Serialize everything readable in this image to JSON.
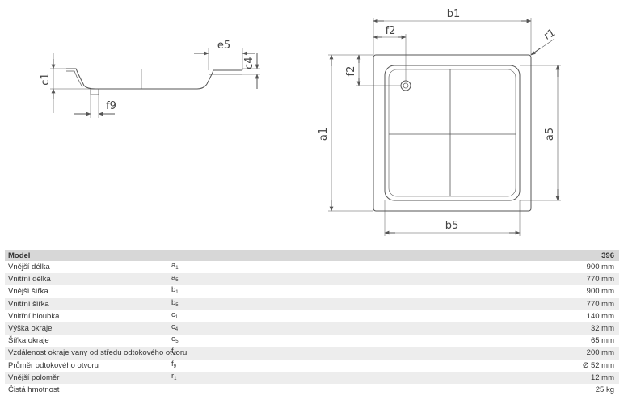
{
  "drawing": {
    "side_labels": {
      "c1": "c1",
      "e5": "e5",
      "c4": "c4",
      "f9": "f9"
    },
    "top_labels": {
      "b1": "b1",
      "f2_h": "f2",
      "r1": "r1",
      "f2_v": "f2",
      "a1": "a1",
      "a5": "a5",
      "b5": "b5"
    }
  },
  "table": {
    "header": {
      "name": "Model",
      "value": "396"
    },
    "rows": [
      {
        "name": "Vnější délka",
        "sym": "a",
        "sub": "1",
        "value": "900 mm"
      },
      {
        "name": "Vnitřní délka",
        "sym": "a",
        "sub": "5",
        "value": "770 mm"
      },
      {
        "name": "Vnější šířka",
        "sym": "b",
        "sub": "1",
        "value": "900 mm"
      },
      {
        "name": "Vnitřní šířka",
        "sym": "b",
        "sub": "5",
        "value": "770 mm"
      },
      {
        "name": "Vnitřní hloubka",
        "sym": "c",
        "sub": "1",
        "value": "140 mm"
      },
      {
        "name": "Výška okraje",
        "sym": "c",
        "sub": "4",
        "value": "32 mm"
      },
      {
        "name": "Šířka okraje",
        "sym": "e",
        "sub": "5",
        "value": "65 mm"
      },
      {
        "name": "Vzdálenost okraje vany od středu odtokového otvoru",
        "sym": "f",
        "sub": "2",
        "value": "200 mm"
      },
      {
        "name": "Průměr odtokového otvoru",
        "sym": "f",
        "sub": "9",
        "value": "Ø 52 mm"
      },
      {
        "name": "Vnější poloměr",
        "sym": "r",
        "sub": "1",
        "value": "12 mm"
      },
      {
        "name": "Čistá hmotnost",
        "sym": "",
        "sub": "",
        "value": "25 kg"
      }
    ]
  }
}
